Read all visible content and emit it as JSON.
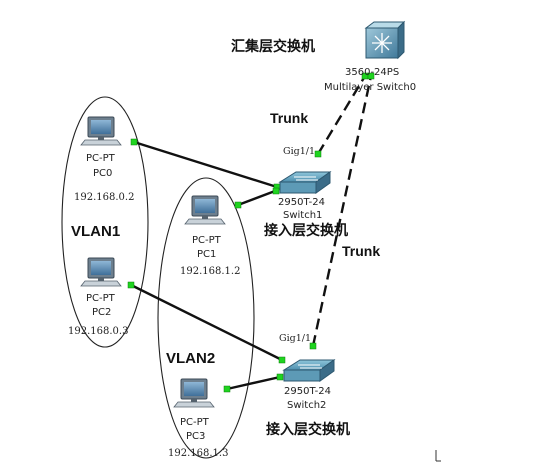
{
  "core_switch": {
    "heading": "汇集层交换机",
    "model": "3560-24PS",
    "name": "Multilayer Switch0"
  },
  "access_switch_1": {
    "model": "2950T-24",
    "name": "Switch1",
    "port": "Gig1/1",
    "caption": "接入层交换机"
  },
  "access_switch_2": {
    "model": "2950T-24",
    "name": "Switch2",
    "port": "Gig1/1",
    "caption": "接入层交换机"
  },
  "links": {
    "trunk_upper": "Trunk",
    "trunk_lower": "Trunk"
  },
  "vlans": {
    "vlan1": "VLAN1",
    "vlan2": "VLAN2"
  },
  "pcs": [
    {
      "type": "PC-PT",
      "name": "PC0",
      "ip": "192.168.0.2"
    },
    {
      "type": "PC-PT",
      "name": "PC1",
      "ip": "192.168.1.2"
    },
    {
      "type": "PC-PT",
      "name": "PC2",
      "ip": "192.168.0.3"
    },
    {
      "type": "PC-PT",
      "name": "PC3",
      "ip": "192.168.1.3"
    }
  ]
}
